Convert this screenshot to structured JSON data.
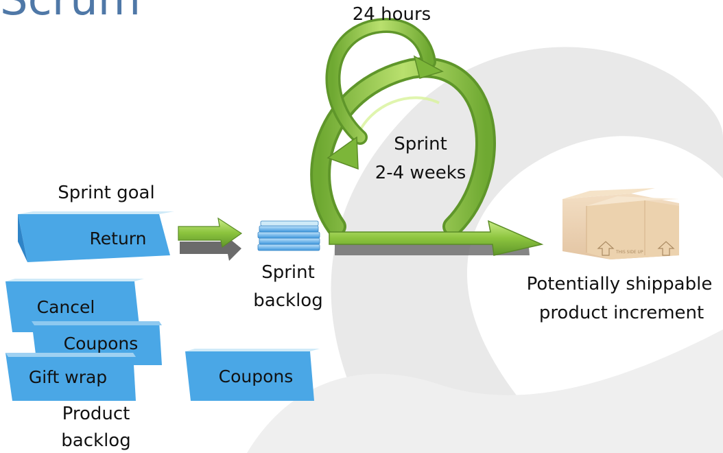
{
  "title": "Scrum",
  "cycle": {
    "daily": "24 hours",
    "sprint_line1": "Sprint",
    "sprint_line2": "2-4 weeks"
  },
  "sprint_goal": {
    "heading": "Sprint goal",
    "item": "Return"
  },
  "sprint_backlog": {
    "line1": "Sprint",
    "line2": "backlog"
  },
  "increment": {
    "line1": "Potentially shippable",
    "line2": "product increment",
    "box_print": "THIS SIDE UP"
  },
  "product_backlog": {
    "items": [
      "Cancel",
      "Coupons",
      "Gift wrap"
    ],
    "line1": "Product",
    "line2": "backlog"
  },
  "extra_item": "Coupons",
  "colors": {
    "card_top": "#cfeaf8",
    "card_front": "#4aa7e6",
    "arrow": "#7bb43a",
    "arrow_light": "#b6df6d",
    "title": "#4f78a7"
  }
}
